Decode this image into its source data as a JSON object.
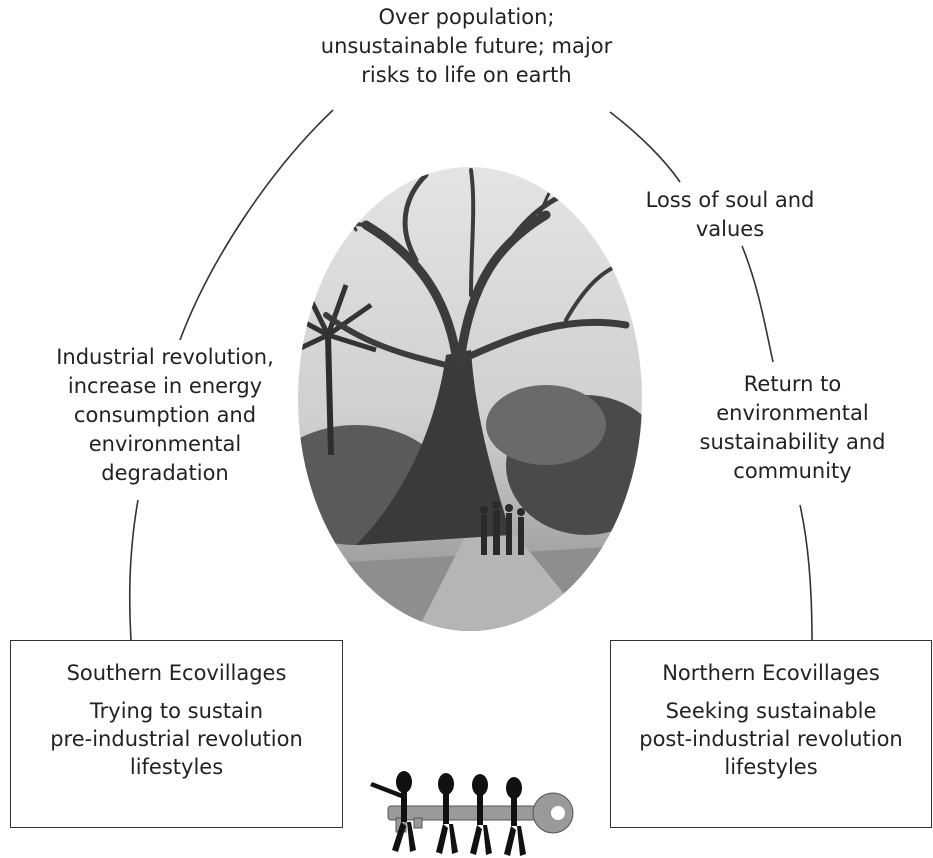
{
  "labels": {
    "top": [
      "Over population;",
      "unsustainable future; major",
      "risks to life on earth"
    ],
    "upper_right": [
      "Loss of soul and",
      "values"
    ],
    "left": [
      "Industrial revolution,",
      "increase in energy",
      "consumption and",
      "environmental",
      "degradation"
    ],
    "right": [
      "Return to",
      "environmental",
      "sustainability and",
      "community"
    ]
  },
  "boxes": {
    "south": {
      "title": "Southern Ecovillages",
      "desc": [
        "Trying to sustain",
        "pre-industrial revolution",
        "lifestyles"
      ]
    },
    "north": {
      "title": "Northern Ecovillages",
      "desc": [
        "Seeking sustainable",
        "post-industrial revolution",
        "lifestyles"
      ]
    }
  },
  "colors": {
    "line": "#333333",
    "text": "#222222"
  },
  "icons": {
    "photo": "baobab-tree-photo",
    "key": "people-carrying-key-icon"
  }
}
